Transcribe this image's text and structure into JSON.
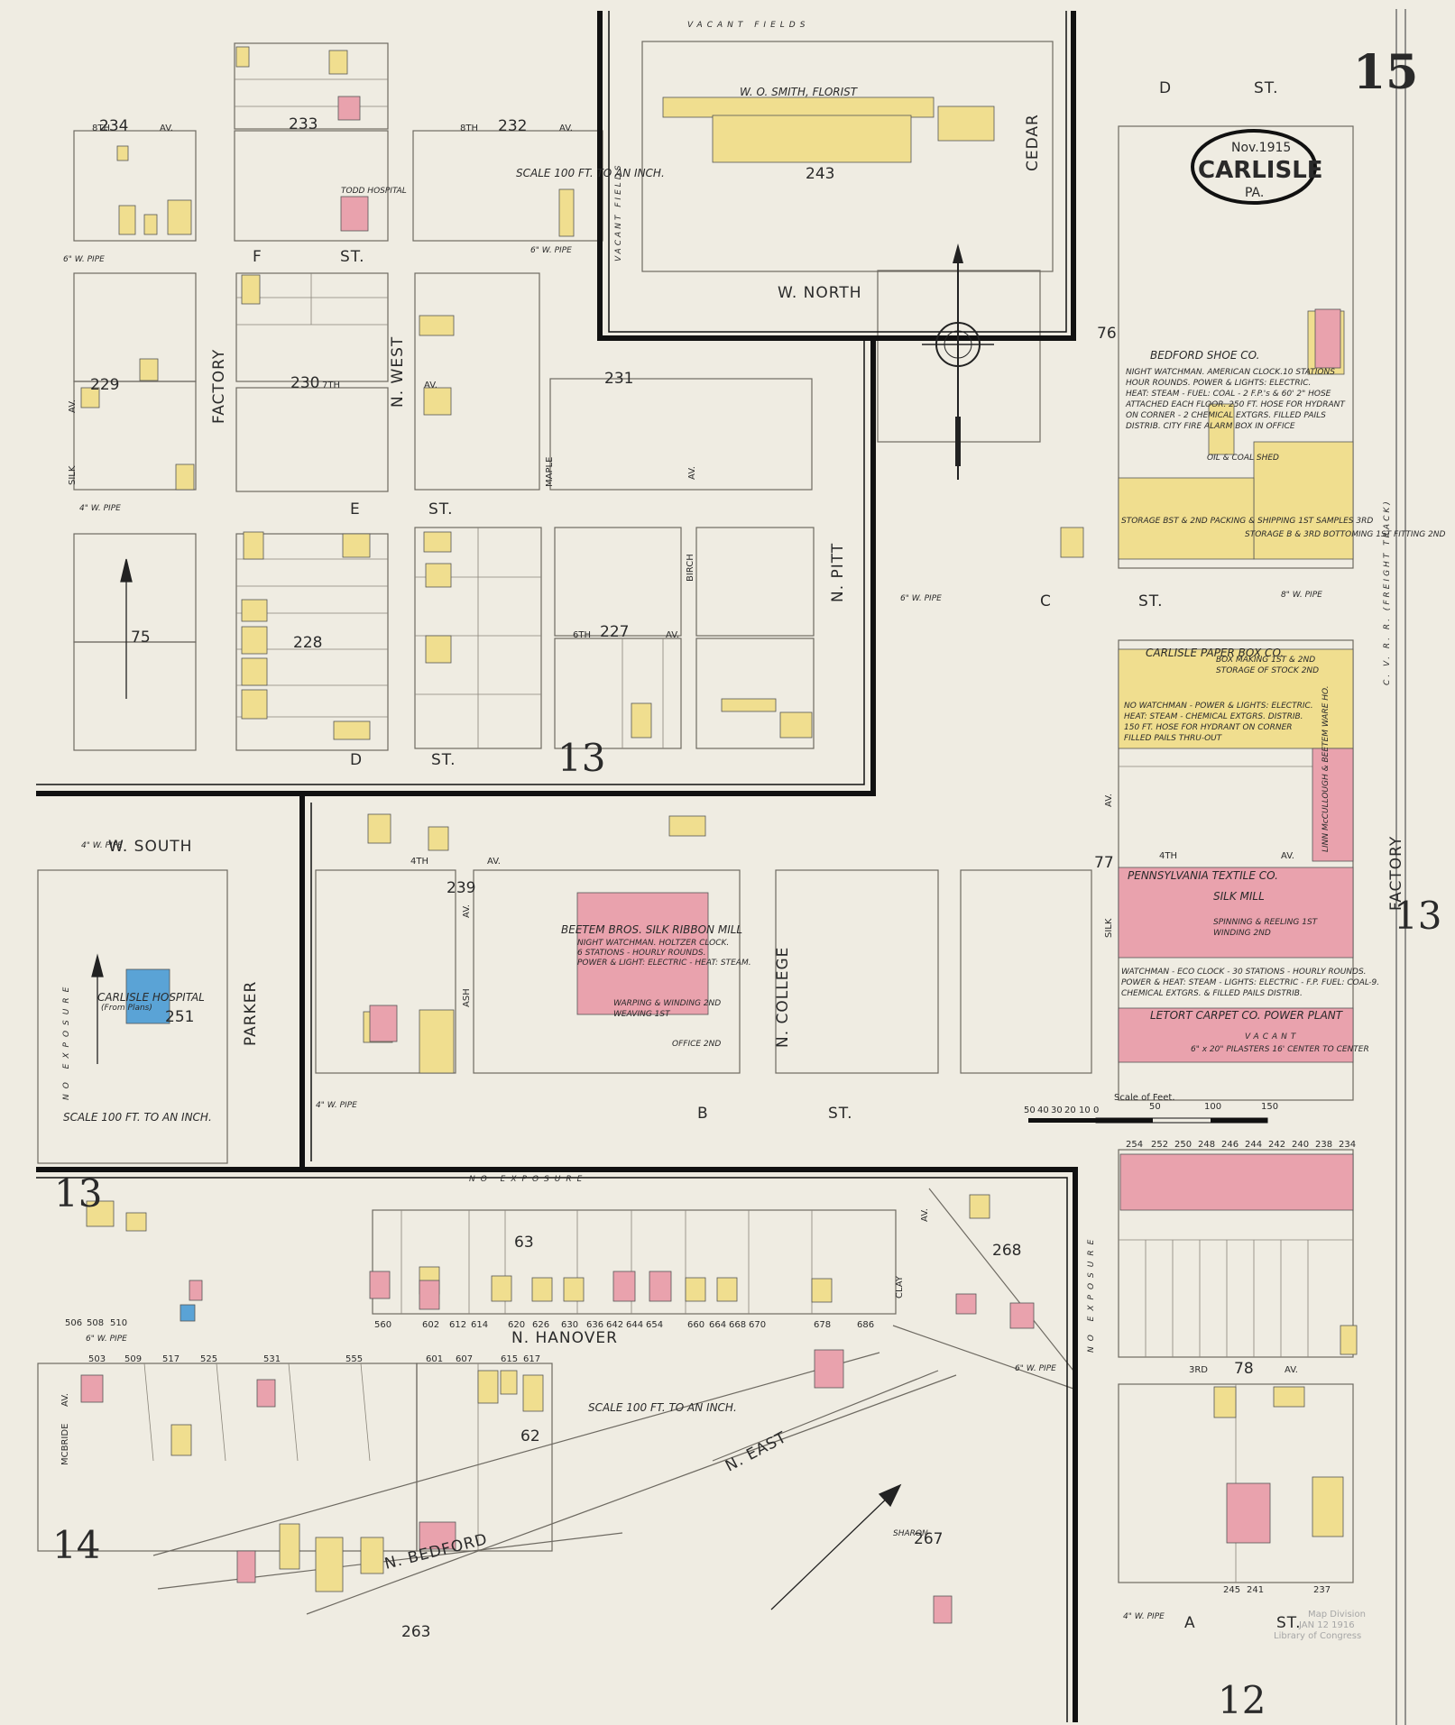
{
  "sheet_number": "15",
  "cartouche": {
    "date": "Nov.1915",
    "city": "CARLISLE",
    "state": "PA."
  },
  "scale_notes": [
    "SCALE 100 FT. TO AN INCH.",
    "SCALE 100 FT. TO AN INCH.",
    "SCALE 100 FT. TO AN INCH."
  ],
  "scale_bar": {
    "title": "Scale of Feet.",
    "ticks": [
      "50",
      "40",
      "30",
      "20",
      "10",
      "0",
      "50",
      "100",
      "150"
    ]
  },
  "adjoining_sheets": [
    "13",
    "13",
    "13",
    "14",
    "12"
  ],
  "streets": {
    "d_st_top": [
      "D",
      "ST."
    ],
    "eighth_av": [
      "8TH",
      "AV."
    ],
    "f_st": [
      "F",
      "ST."
    ],
    "seventh_av": [
      "7TH",
      "AV."
    ],
    "e_st": [
      "E",
      "ST."
    ],
    "sixth_av": [
      "6TH",
      "AV."
    ],
    "d_st_left": [
      "D",
      "ST."
    ],
    "w_south": "W. SOUTH",
    "fourth_av_mid": [
      "4TH",
      "AV."
    ],
    "b_st": [
      "B",
      "ST."
    ],
    "n_hanover": "N. HANOVER",
    "n_bedford": "N. BEDFORD",
    "n_east": "N. EAST",
    "w_north": "W. NORTH",
    "c_st": [
      "C",
      "ST."
    ],
    "fourth_av_right": [
      "4TH",
      "AV."
    ],
    "third_av": [
      "3RD",
      "AV."
    ],
    "a_st": [
      "A",
      "ST."
    ],
    "factory_left": "FACTORY",
    "factory_right": "FACTORY",
    "n_west": "N. WEST",
    "maple": "MAPLE",
    "av_maple": "AV.",
    "birch": "BIRCH",
    "n_pitt": "N. PITT",
    "cedar": "CEDAR",
    "silk_left": "SILK",
    "av_silk_left": "AV.",
    "silk_right": "SILK",
    "av_silk_right": "AV.",
    "parker": "PARKER",
    "ash": "ASH",
    "av_ash": "AV.",
    "n_college": "N. COLLEGE",
    "clay": "CLAY",
    "av_clay": "AV.",
    "mcbride": "MCBRIDE",
    "av_mcbride": "AV."
  },
  "block_numbers": [
    "234",
    "233",
    "232",
    "243",
    "229",
    "230",
    "231",
    "75",
    "228",
    "227",
    "13",
    "239",
    "251",
    "63",
    "268",
    "62",
    "267",
    "263",
    "76",
    "77",
    "78",
    "12"
  ],
  "landmarks": {
    "vacant_fields": "VACANT FIELDS",
    "vacant_fields_side": "VACANT FIELDS",
    "florist": "W. O. SMITH, FLORIST",
    "todd_hospital": "TODD HOSPITAL",
    "carlisle_hospital": "CARLISLE HOSPITAL",
    "carlisle_hospital_note": "(From Plans)",
    "beetem_mill": "BEETEM BROS. SILK RIBBON MILL",
    "beetem_notes": [
      "NIGHT WATCHMAN. HOLTZER CLOCK.",
      "6 STATIONS - HOURLY ROUNDS.",
      "POWER & LIGHT: ELECTRIC - HEAT: STEAM."
    ],
    "beetem_interior": [
      "WARPING & WINDING 2ND",
      "WEAVING 1ST",
      "OFFICE 2ND"
    ],
    "bedford_shoe": "BEDFORD SHOE CO.",
    "bedford_notes": [
      "NIGHT WATCHMAN. AMERICAN CLOCK.10 STATIONS",
      "HOUR ROUNDS. POWER & LIGHTS: ELECTRIC.",
      "HEAT: STEAM - FUEL: COAL - 2 F.P.'s & 60' 2\" HOSE",
      "ATTACHED EACH FLOOR. 250 FT. HOSE FOR HYDRANT",
      "ON CORNER - 2 CHEMICAL EXTGRS. FILLED PAILS",
      "DISTRIB. CITY FIRE ALARM BOX IN OFFICE"
    ],
    "bedford_interior": [
      "OIL & COAL SHED",
      "STORAGE BST & 2ND PACKING & SHIPPING 1ST SAMPLES 3RD",
      "STORAGE B & 3RD BOTTOMING 1ST FITTING 2ND"
    ],
    "paper_box": "CARLISLE PAPER BOX CO.",
    "paper_box_notes": [
      "BOX MAKING 1ST & 2ND",
      "STORAGE OF STOCK 2ND",
      "NO WATCHMAN - POWER & LIGHTS: ELECTRIC.",
      "HEAT: STEAM - CHEMICAL EXTGRS. DISTRIB.",
      "150 FT. HOSE FOR HYDRANT ON CORNER",
      "FILLED PAILS THRU-OUT"
    ],
    "mccullough": "LINN McCULLOUGH & BEETEM WARE HO.",
    "textile": "PENNSYLVANIA TEXTILE CO.",
    "textile_sub": [
      "SILK MILL",
      "SPINNING & REELING 1ST",
      "WINDING 2ND"
    ],
    "textile_notes": [
      "WATCHMAN - ECO CLOCK - 30 STATIONS - HOURLY ROUNDS.",
      "POWER & HEAT: STEAM - LIGHTS: ELECTRIC - F.P. FUEL: COAL-9.",
      "CHEMICAL EXTGRS. & FILLED PAILS DISTRIB."
    ],
    "carpet": "LETORT CARPET CO. POWER PLANT",
    "carpet_sub": [
      "VACANT",
      "6\" x 20\" PILASTERS 16' CENTER TO CENTER"
    ],
    "sharon": "SHARON",
    "no_exposure": [
      "NO EXPOSURE",
      "NO EXPOSURE",
      "NO EXPOSURE"
    ],
    "freight_track": "C. V. R. R. (FREIGHT TRACK)",
    "water_pipes": [
      "6\" W. PIPE",
      "6\" W. PIPE",
      "4\" W. PIPE",
      "4\" W. PIPE",
      "6\" W. PIPE",
      "8\" W. PIPE",
      "4\" W. PIPE",
      "6\" W. PIPE",
      "6\" W. PIPE",
      "4\" W. PIPE"
    ],
    "library_stamp": [
      "Map Division",
      "JAN 12 1916",
      "Library of Congress"
    ]
  },
  "house_numbers": [
    "560",
    "602",
    "612",
    "614",
    "620",
    "626",
    "630",
    "636",
    "642",
    "644",
    "654",
    "660",
    "664",
    "668",
    "670",
    "678",
    "686",
    "503",
    "509",
    "517",
    "525",
    "531",
    "555",
    "601",
    "607",
    "615",
    "617",
    "254",
    "252",
    "250",
    "248",
    "246",
    "244",
    "242",
    "240",
    "238",
    "234",
    "245",
    "241",
    "237",
    "506",
    "508",
    "510"
  ],
  "colors": {
    "paper": "#efece2",
    "brick": "#e9a2ad",
    "frame": "#f0de8f",
    "stone": "#5aa3d6",
    "road_line": "#6e6a62",
    "heavy_line": "#111111"
  }
}
